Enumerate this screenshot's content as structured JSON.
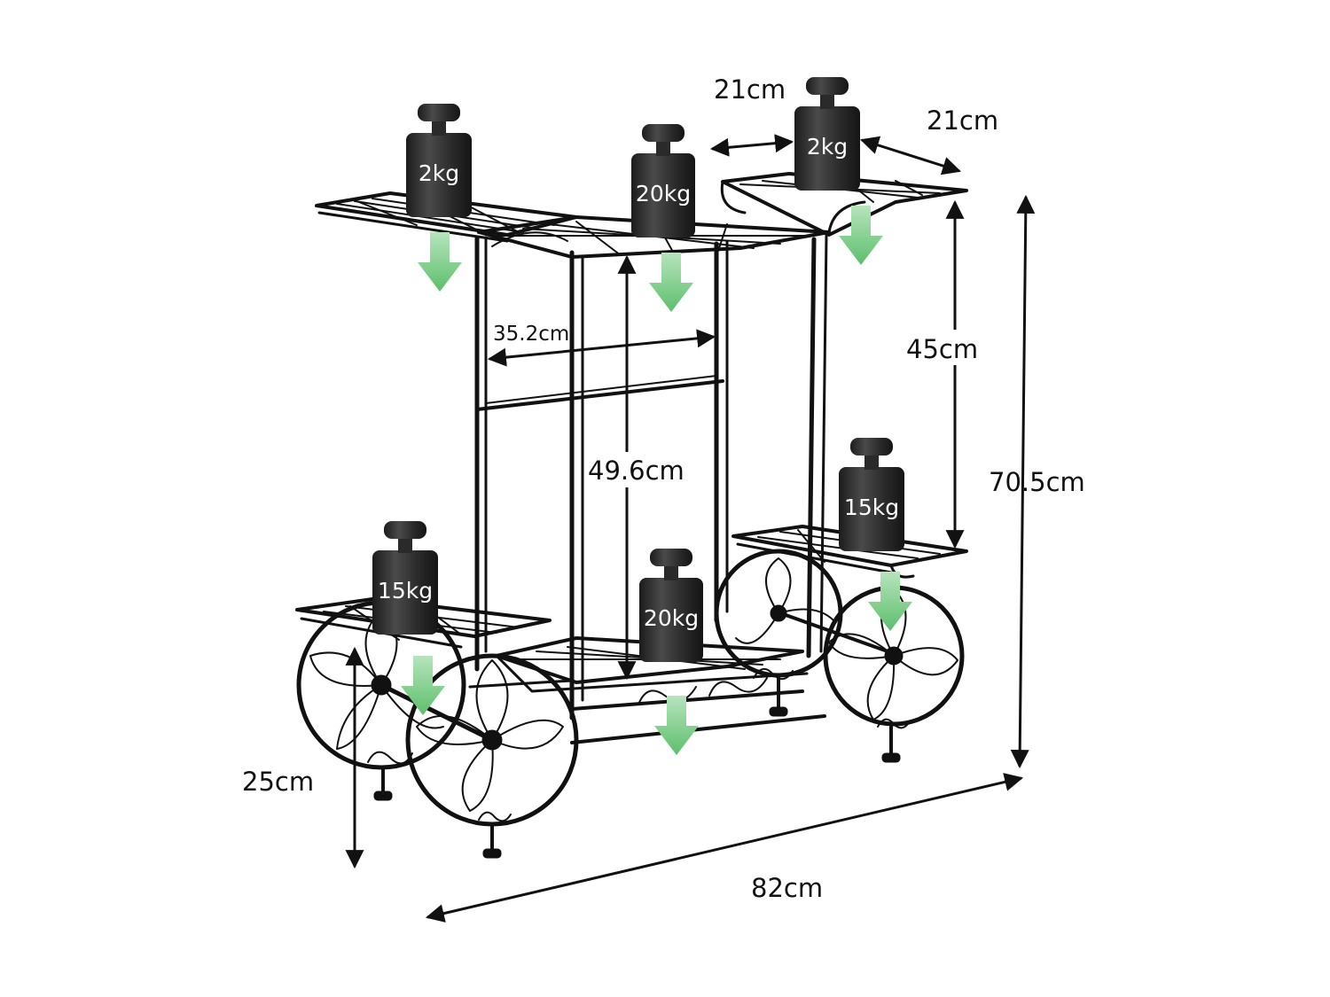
{
  "dimensions": {
    "top_shelf_depth": "21cm",
    "top_shelf_width": "21cm",
    "inner_width": "35.2cm",
    "shelf_gap": "45cm",
    "column_height": "49.6cm",
    "total_height": "70.5cm",
    "bottom_shelf_height": "25cm",
    "total_length": "82cm"
  },
  "weights": {
    "top_left": "2kg",
    "top_center": "20kg",
    "top_right": "2kg",
    "bottom_left": "15kg",
    "bottom_center": "20kg",
    "bottom_right": "15kg"
  },
  "colors": {
    "frame": "#111111",
    "weight_body": "#2b2b2b",
    "load_arrow": "#6cc47a"
  }
}
